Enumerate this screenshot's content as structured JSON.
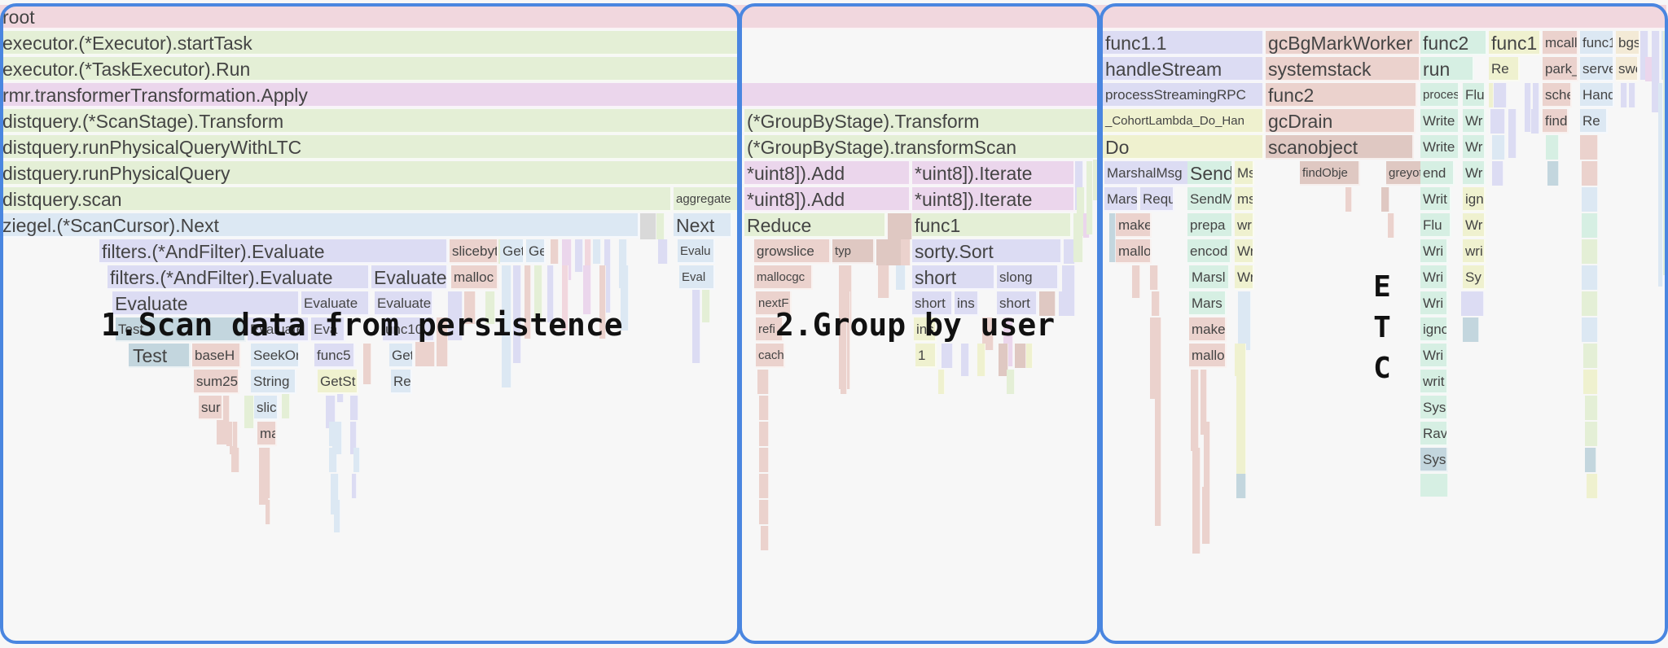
{
  "colors": {
    "pink": "#f1d7de",
    "green": "#e4efd6",
    "purple": "#ebd6ec",
    "blue": "#dce8f3",
    "lavender": "#dcdcf3",
    "rose": "#ebd2cd",
    "mint": "#d6efe3",
    "taupe": "#dfc8c2",
    "slate": "#c3d6de",
    "yellow": "#eff1cf",
    "cream": "#f3ead6",
    "gray": "#d9d9d9",
    "region_border": "#4a86e0"
  },
  "annotations": {
    "scan": "1.Scan data from persistence",
    "group": "2.Group by user",
    "etc": [
      "E",
      "T",
      "C"
    ]
  },
  "frames": [
    {
      "t": "root",
      "c": "pink"
    },
    {
      "t": "executor.(*Executor).startTask",
      "c": "green"
    },
    {
      "t": "executor.(*TaskExecutor).Run",
      "c": "green"
    },
    {
      "t": "rmr.transformerTransformation.Apply",
      "c": "purple"
    },
    {
      "t": "distquery.(*ScanStage).Transform",
      "c": "green"
    },
    {
      "t": "distquery.runPhysicalQueryWithLTC",
      "c": "green"
    },
    {
      "t": "distquery.runPhysicalQuery",
      "c": "green"
    },
    {
      "t": "distquery.scan",
      "c": "green"
    },
    {
      "t": "aggregate",
      "c": "green"
    },
    {
      "t": "ziegel.(*ScanCursor).Next",
      "c": "blue"
    },
    {
      "t": "Next",
      "c": "blue"
    },
    {
      "t": "filters.(*AndFilter).Evaluate",
      "c": "lavender"
    },
    {
      "t": "slicebyt",
      "c": "rose"
    },
    {
      "t": "Get",
      "c": "blue"
    },
    {
      "t": "Ge",
      "c": "blue"
    },
    {
      "t": "Evalu",
      "c": "blue"
    },
    {
      "t": "filters.(*AndFilter).Evaluate",
      "c": "lavender"
    },
    {
      "t": "Evaluate",
      "c": "lavender"
    },
    {
      "t": "malloc",
      "c": "rose"
    },
    {
      "t": "Eval",
      "c": "blue"
    },
    {
      "t": "Evaluate",
      "c": "lavender"
    },
    {
      "t": "Evaluate",
      "c": "lavender"
    },
    {
      "t": "Evaluate",
      "c": "lavender"
    },
    {
      "t": "Test",
      "c": "slate"
    },
    {
      "t": "Test",
      "c": "slate"
    },
    {
      "t": "Eva",
      "c": "lavender"
    },
    {
      "t": "Evaluate",
      "c": "lavender"
    },
    {
      "t": "unc10",
      "c": "lavender"
    },
    {
      "t": "Test",
      "c": "slate"
    },
    {
      "t": "baseH",
      "c": "rose"
    },
    {
      "t": "SeekOr",
      "c": "blue"
    },
    {
      "t": "func5",
      "c": "lavender"
    },
    {
      "t": "Get",
      "c": "blue"
    },
    {
      "t": "sum25",
      "c": "rose"
    },
    {
      "t": "String",
      "c": "blue"
    },
    {
      "t": "GetSt",
      "c": "yellow"
    },
    {
      "t": "Re",
      "c": "blue"
    },
    {
      "t": "sur",
      "c": "rose"
    },
    {
      "t": "slic",
      "c": "blue"
    },
    {
      "t": "ma",
      "c": "rose"
    },
    {
      "t": "(*GroupByStage).Transform",
      "c": "green"
    },
    {
      "t": "(*GroupByStage).transformScan",
      "c": "green"
    },
    {
      "t": "*uint8]).Add",
      "c": "purple"
    },
    {
      "t": "*uint8]).Iterate",
      "c": "purple"
    },
    {
      "t": "*uint8]).Add",
      "c": "purple"
    },
    {
      "t": "*uint8]).Iterate",
      "c": "purple"
    },
    {
      "t": "Reduce",
      "c": "green"
    },
    {
      "t": "func1",
      "c": "green"
    },
    {
      "t": "growslice",
      "c": "rose"
    },
    {
      "t": "typ",
      "c": "taupe"
    },
    {
      "t": "sorty.Sort",
      "c": "lavender"
    },
    {
      "t": "mallocgc",
      "c": "rose"
    },
    {
      "t": "short",
      "c": "lavender"
    },
    {
      "t": "slong",
      "c": "lavender"
    },
    {
      "t": "nextF",
      "c": "rose"
    },
    {
      "t": "short",
      "c": "lavender"
    },
    {
      "t": "ins",
      "c": "lavender"
    },
    {
      "t": "short",
      "c": "lavender"
    },
    {
      "t": "refi",
      "c": "rose"
    },
    {
      "t": "ins",
      "c": "yellow"
    },
    {
      "t": "cach",
      "c": "rose"
    },
    {
      "t": "1",
      "c": "yellow"
    },
    {
      "t": "func1.1",
      "c": "lavender"
    },
    {
      "t": "gcBgMarkWorker",
      "c": "rose"
    },
    {
      "t": "func2",
      "c": "mint"
    },
    {
      "t": "func1",
      "c": "yellow"
    },
    {
      "t": "mcall",
      "c": "rose"
    },
    {
      "t": "func1",
      "c": "blue"
    },
    {
      "t": "bgs",
      "c": "cream"
    },
    {
      "t": "handleStream",
      "c": "lavender"
    },
    {
      "t": "systemstack",
      "c": "rose"
    },
    {
      "t": "run",
      "c": "mint"
    },
    {
      "t": "Re",
      "c": "yellow"
    },
    {
      "t": "park_",
      "c": "rose"
    },
    {
      "t": "serve",
      "c": "blue"
    },
    {
      "t": "swe",
      "c": "cream"
    },
    {
      "t": "processStreamingRPC",
      "c": "lavender"
    },
    {
      "t": "func2",
      "c": "rose"
    },
    {
      "t": "proces",
      "c": "mint"
    },
    {
      "t": "Flu",
      "c": "mint"
    },
    {
      "t": "sche",
      "c": "rose"
    },
    {
      "t": "Hand",
      "c": "blue"
    },
    {
      "t": "_CohortLambda_Do_Han",
      "c": "yellow"
    },
    {
      "t": "gcDrain",
      "c": "rose"
    },
    {
      "t": "Write",
      "c": "mint"
    },
    {
      "t": "Wr",
      "c": "mint"
    },
    {
      "t": "findl",
      "c": "rose"
    },
    {
      "t": "Re",
      "c": "blue"
    },
    {
      "t": "Do",
      "c": "yellow"
    },
    {
      "t": "scanobject",
      "c": "taupe"
    },
    {
      "t": "Write",
      "c": "mint"
    },
    {
      "t": "Wr",
      "c": "mint"
    },
    {
      "t": "MarshalMsg",
      "c": "lavender"
    },
    {
      "t": "Send",
      "c": "mint"
    },
    {
      "t": "Ms",
      "c": "yellow"
    },
    {
      "t": "findObje",
      "c": "taupe"
    },
    {
      "t": "greyot",
      "c": "taupe"
    },
    {
      "t": "end",
      "c": "mint"
    },
    {
      "t": "Wr",
      "c": "mint"
    },
    {
      "t": "Mars",
      "c": "lavender"
    },
    {
      "t": "Requ",
      "c": "lavender"
    },
    {
      "t": "SendM",
      "c": "mint"
    },
    {
      "t": "ms",
      "c": "yellow"
    },
    {
      "t": "Writ",
      "c": "mint"
    },
    {
      "t": "ign",
      "c": "yellow"
    },
    {
      "t": "make",
      "c": "rose"
    },
    {
      "t": "prepa",
      "c": "mint"
    },
    {
      "t": "wri",
      "c": "yellow"
    },
    {
      "t": "Flu",
      "c": "mint"
    },
    {
      "t": "Wr",
      "c": "yellow"
    },
    {
      "t": "mallo",
      "c": "rose"
    },
    {
      "t": "encod",
      "c": "mint"
    },
    {
      "t": "Wr",
      "c": "yellow"
    },
    {
      "t": "Wri",
      "c": "mint"
    },
    {
      "t": "wri",
      "c": "yellow"
    },
    {
      "t": "Marsl",
      "c": "mint"
    },
    {
      "t": "Wr",
      "c": "yellow"
    },
    {
      "t": "Wri",
      "c": "mint"
    },
    {
      "t": "Sy",
      "c": "yellow"
    },
    {
      "t": "Mars",
      "c": "mint"
    },
    {
      "t": "Wri",
      "c": "mint"
    },
    {
      "t": "make",
      "c": "rose"
    },
    {
      "t": "igno",
      "c": "mint"
    },
    {
      "t": "mallo",
      "c": "rose"
    },
    {
      "t": "Wri",
      "c": "mint"
    },
    {
      "t": "writ",
      "c": "mint"
    },
    {
      "t": "Sys",
      "c": "mint"
    },
    {
      "t": "Rav",
      "c": "mint"
    },
    {
      "t": "Sys",
      "c": "slate"
    }
  ]
}
